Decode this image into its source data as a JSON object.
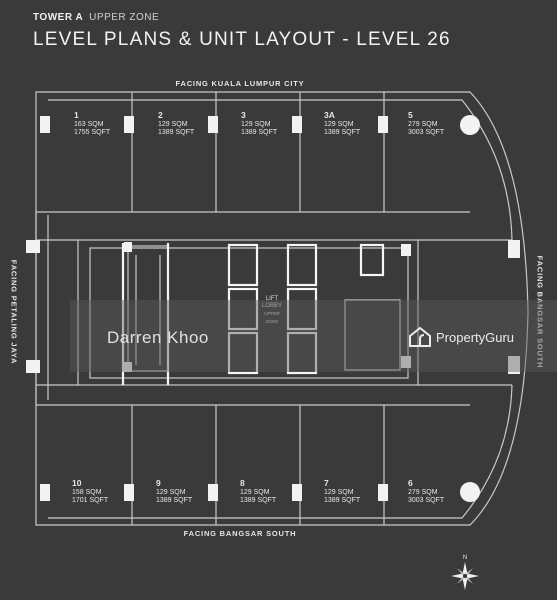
{
  "header": {
    "tower": "TOWER A",
    "zone": "UPPER ZONE",
    "title": "LEVEL PLANS & UNIT LAYOUT - LEVEL 26"
  },
  "facing": {
    "top": "FACING KUALA LUMPUR CITY",
    "bottom": "FACING BANGSAR SOUTH",
    "left": "FACING PETALING JAYA",
    "right": "FACING BANGSAR SOUTH"
  },
  "units_top": [
    {
      "num": "1",
      "sqm": "163 SQM",
      "sqft": "1755 SQFT"
    },
    {
      "num": "2",
      "sqm": "129 SQM",
      "sqft": "1389 SQFT"
    },
    {
      "num": "3",
      "sqm": "129 SQM",
      "sqft": "1389 SQFT"
    },
    {
      "num": "3A",
      "sqm": "129 SQM",
      "sqft": "1389 SQFT"
    },
    {
      "num": "5",
      "sqm": "279 SQM",
      "sqft": "3003 SQFT"
    }
  ],
  "units_bottom": [
    {
      "num": "10",
      "sqm": "158 SQM",
      "sqft": "1701 SQFT"
    },
    {
      "num": "9",
      "sqm": "129 SQM",
      "sqft": "1389 SQFT"
    },
    {
      "num": "8",
      "sqm": "129 SQM",
      "sqft": "1389 SQFT"
    },
    {
      "num": "7",
      "sqm": "129 SQM",
      "sqft": "1389 SQFT"
    },
    {
      "num": "6",
      "sqm": "279 SQM",
      "sqft": "3003 SQFT"
    }
  ],
  "lobby": {
    "label": "LIFT LOBBY",
    "sub": "UPPER ZONE"
  },
  "watermark": {
    "left": "Darren Khoo",
    "right": "PropertyGuru"
  },
  "compass": {
    "label": "N"
  },
  "colors": {
    "background": "#3a3a3a",
    "lines": "#c9c9c9",
    "highlight": "#f5f5f5"
  }
}
